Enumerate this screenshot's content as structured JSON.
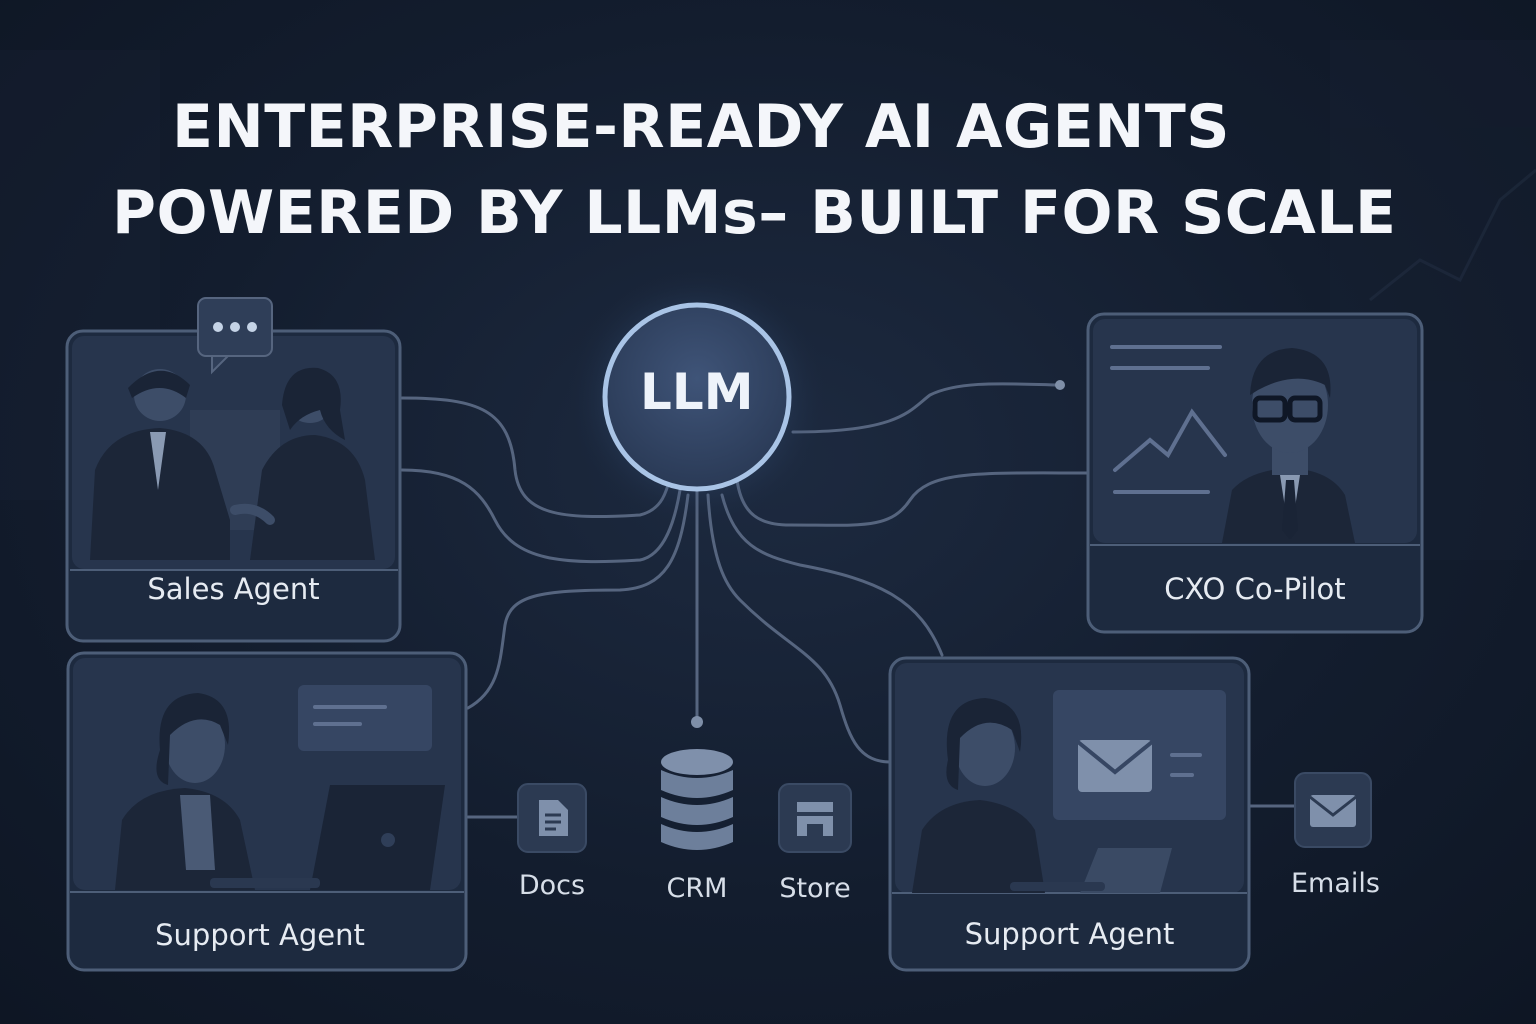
{
  "title": {
    "line1": "ENTERPRISE-READY AI AGENTS",
    "line2": "POWERED BY LLMs– BUILT FOR SCALE"
  },
  "hub": {
    "label": "LLM"
  },
  "agents": {
    "sales": {
      "label": "Sales Agent"
    },
    "cxo": {
      "label": "CXO Co-Pilot"
    },
    "support_left": {
      "label": "Support Agent"
    },
    "support_right": {
      "label": "Support Agent"
    }
  },
  "resources": {
    "docs": {
      "label": "Docs",
      "icon": "document-icon"
    },
    "crm": {
      "label": "CRM",
      "icon": "database-icon"
    },
    "store": {
      "label": "Store",
      "icon": "store-icon"
    },
    "emails": {
      "label": "Emails",
      "icon": "envelope-icon"
    }
  },
  "colors": {
    "background": "#131d2e",
    "card_border": "#4d5e78",
    "connector": "#56657f",
    "hub_ring": "#a9c4e6",
    "accent": "#8fa6c6"
  }
}
